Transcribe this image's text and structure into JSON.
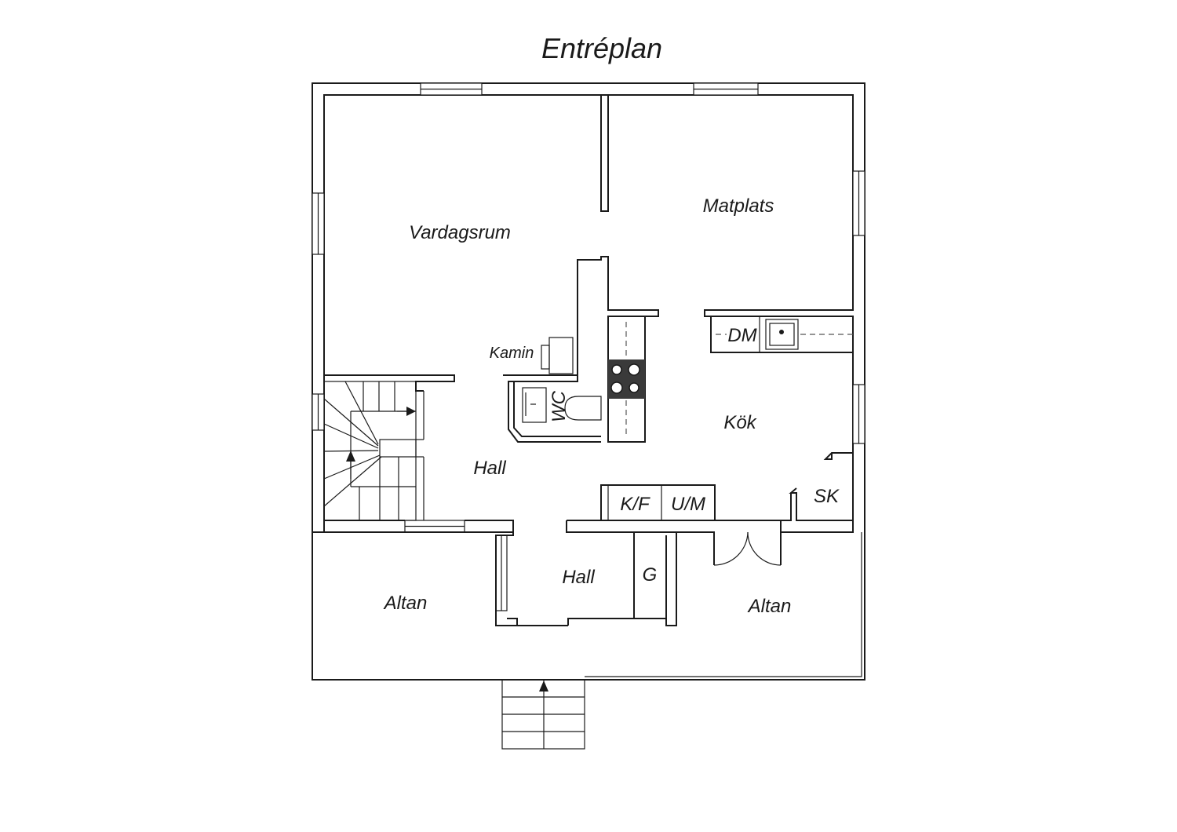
{
  "title": "Entréplan",
  "rooms": {
    "vardagsrum": "Vardagsrum",
    "matplats": "Matplats",
    "kamin": "Kamin",
    "dm": "DM",
    "wc": "WC",
    "kok": "Kök",
    "hall_main": "Hall",
    "kf": "K/F",
    "um": "U/M",
    "sk": "SK",
    "hall_entry": "Hall",
    "g": "G",
    "altan_left": "Altan",
    "altan_right": "Altan"
  },
  "colors": {
    "line": "#1a1a1a",
    "background": "#ffffff",
    "stove": "#3a3a3a"
  }
}
